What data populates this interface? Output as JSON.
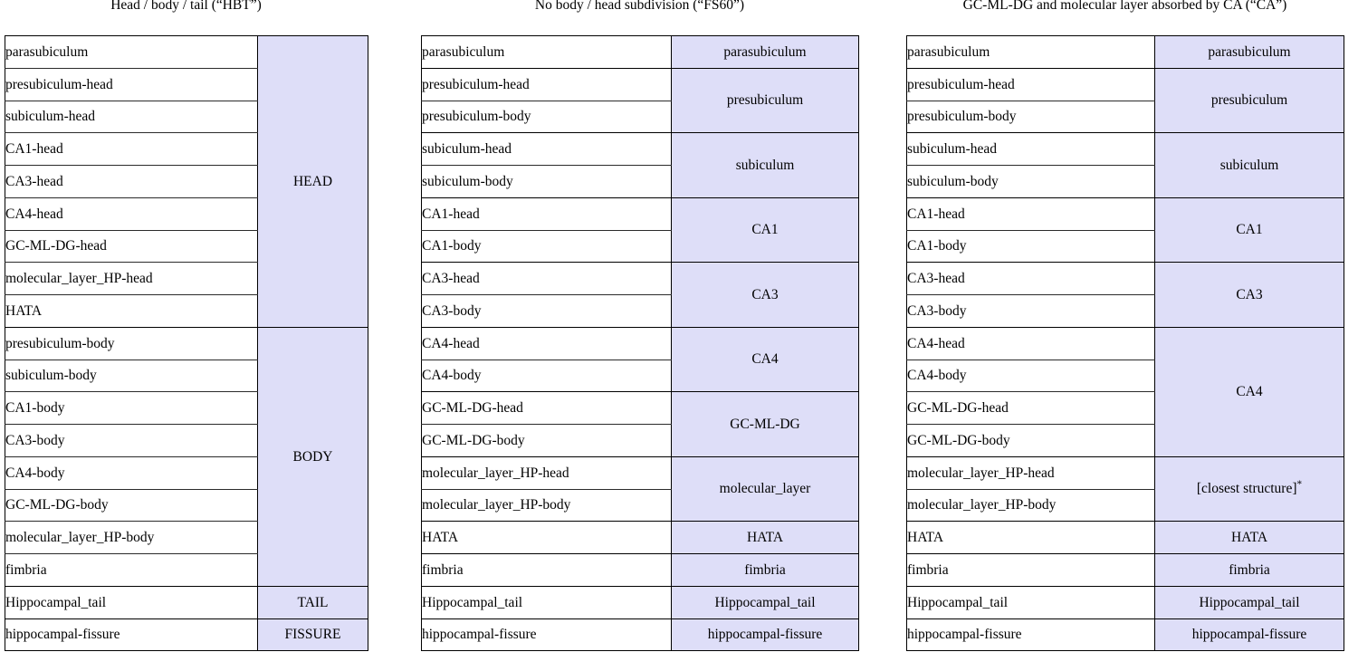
{
  "colors": {
    "group_fill": "#dedef8",
    "border": "#000000",
    "text": "#000000",
    "background": "#ffffff"
  },
  "panels": [
    {
      "id": "hbt",
      "title": "Head / body / tail  (“HBT”)",
      "rows": [
        "parasubiculum",
        "presubiculum-head",
        "subiculum-head",
        "CA1-head",
        "CA3-head",
        "CA4-head",
        "GC-ML-DG-head",
        "molecular_layer_HP-head",
        "HATA",
        "presubiculum-body",
        "subiculum-body",
        "CA1-body",
        "CA3-body",
        "CA4-body",
        "GC-ML-DG-body",
        "molecular_layer_HP-body",
        "fimbria",
        "Hippocampal_tail",
        "hippocampal-fissure"
      ],
      "groups": [
        {
          "label": "HEAD",
          "span": 9
        },
        {
          "label": "BODY",
          "span": 8
        },
        {
          "label": "TAIL",
          "span": 1
        },
        {
          "label": "FISSURE",
          "span": 1
        }
      ]
    },
    {
      "id": "fs60",
      "title": "No body / head subdivision (“FS60”)",
      "rows": [
        "parasubiculum",
        "presubiculum-head",
        "presubiculum-body",
        "subiculum-head",
        "subiculum-body",
        "CA1-head",
        "CA1-body",
        "CA3-head",
        "CA3-body",
        "CA4-head",
        "CA4-body",
        "GC-ML-DG-head",
        "GC-ML-DG-body",
        "molecular_layer_HP-head",
        "molecular_layer_HP-body",
        "HATA",
        "fimbria",
        "Hippocampal_tail",
        "hippocampal-fissure"
      ],
      "groups": [
        {
          "label": "parasubiculum",
          "span": 1
        },
        {
          "label": "presubiculum",
          "span": 2
        },
        {
          "label": "subiculum",
          "span": 2
        },
        {
          "label": "CA1",
          "span": 2
        },
        {
          "label": "CA3",
          "span": 2
        },
        {
          "label": "CA4",
          "span": 2
        },
        {
          "label": "GC-ML-DG",
          "span": 2
        },
        {
          "label": "molecular_layer",
          "span": 2
        },
        {
          "label": "HATA",
          "span": 1
        },
        {
          "label": "fimbria",
          "span": 1
        },
        {
          "label": "Hippocampal_tail",
          "span": 1
        },
        {
          "label": "hippocampal-fissure",
          "span": 1
        }
      ]
    },
    {
      "id": "ca",
      "title": "GC-ML-DG and molecular layer absorbed by CA (“CA”)",
      "rows": [
        "parasubiculum",
        "presubiculum-head",
        "presubiculum-body",
        "subiculum-head",
        "subiculum-body",
        "CA1-head",
        "CA1-body",
        "CA3-head",
        "CA3-body",
        "CA4-head",
        "CA4-body",
        "GC-ML-DG-head",
        "GC-ML-DG-body",
        "molecular_layer_HP-head",
        "molecular_layer_HP-body",
        "HATA",
        "fimbria",
        "Hippocampal_tail",
        "hippocampal-fissure"
      ],
      "groups": [
        {
          "label": "parasubiculum",
          "span": 1
        },
        {
          "label": "presubiculum",
          "span": 2
        },
        {
          "label": "subiculum",
          "span": 2
        },
        {
          "label": "CA1",
          "span": 2
        },
        {
          "label": "CA3",
          "span": 2
        },
        {
          "label": "CA4",
          "span": 4
        },
        {
          "label": "[closest structure]",
          "footnote": "*",
          "span": 2
        },
        {
          "label": "HATA",
          "span": 1
        },
        {
          "label": "fimbria",
          "span": 1
        },
        {
          "label": "Hippocampal_tail",
          "span": 1
        },
        {
          "label": "hippocampal-fissure",
          "span": 1
        }
      ]
    }
  ]
}
